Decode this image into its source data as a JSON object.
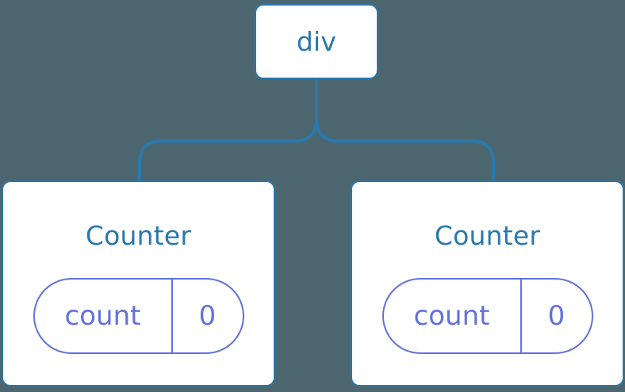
{
  "diagram": {
    "type": "component-tree",
    "background_color": "#4c6670",
    "node_border_color": "#2a78ac",
    "node_fill_color": "#ffffff",
    "connector_color": "#2a78ac",
    "state_pill_color": "#6272d9",
    "root": {
      "label": "div"
    },
    "children": [
      {
        "label": "Counter",
        "state": {
          "key": "count",
          "value": "0"
        }
      },
      {
        "label": "Counter",
        "state": {
          "key": "count",
          "value": "0"
        }
      }
    ]
  }
}
